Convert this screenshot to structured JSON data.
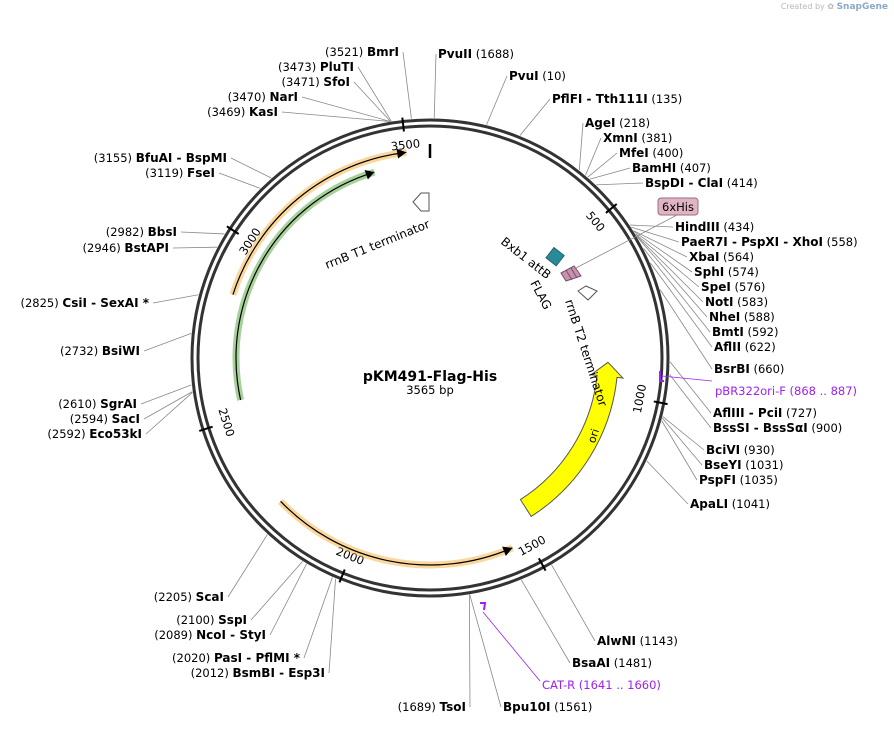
{
  "watermark": {
    "prefix": "Created by",
    "brand": "SnapGene"
  },
  "plasmid": {
    "name": "pKM491-Flag-His",
    "length": 3565,
    "length_label": "3565 bp"
  },
  "ticks": [
    "500",
    "1000",
    "1500",
    "2000",
    "2500",
    "3000",
    "3500"
  ],
  "features": [
    {
      "name": "rrnB T1 terminator",
      "start": 3430,
      "end": 3520,
      "color": "#ffffff"
    },
    {
      "name": "Bxb1 attB",
      "start": 460,
      "end": 505,
      "color": "#2b8a9a"
    },
    {
      "name": "6xHis",
      "start": 530,
      "end": 548,
      "color": "#e0b4c4"
    },
    {
      "name": "FLAG",
      "start": 512,
      "end": 537,
      "color": "#c493b0"
    },
    {
      "name": "rrnB T2 terminator",
      "start": 640,
      "end": 670,
      "color": "#ffffff"
    },
    {
      "name": "ori",
      "start": 890,
      "end": 1480,
      "color": "#ffff00"
    }
  ],
  "arcs": [
    {
      "name": "orange-top",
      "color": "#f5a623",
      "start": 2850,
      "end": 3500
    },
    {
      "name": "green-inner",
      "color": "#3a9a1e",
      "start": 2550,
      "end": 3400
    },
    {
      "name": "orange-bottom",
      "color": "#f5a623",
      "start": 1550,
      "end": 2240
    }
  ],
  "sites": [
    {
      "name": "BmrI",
      "pos": "(3521)"
    },
    {
      "name": "PluTI",
      "pos": "(3473)"
    },
    {
      "name": "SfoI",
      "pos": "(3471)"
    },
    {
      "name": "NarI",
      "pos": "(3470)"
    },
    {
      "name": "KasI",
      "pos": "(3469)"
    },
    {
      "name": "BfuAI - BspMI",
      "pos": "(3155)"
    },
    {
      "name": "FseI",
      "pos": "(3119)"
    },
    {
      "name": "BbsI",
      "pos": "(2982)"
    },
    {
      "name": "BstAPI",
      "pos": "(2946)"
    },
    {
      "name": "CsiI - SexAI *",
      "pos": "(2825)"
    },
    {
      "name": "BsiWI",
      "pos": "(2732)"
    },
    {
      "name": "SgrAI",
      "pos": "(2610)"
    },
    {
      "name": "SacI",
      "pos": "(2594)"
    },
    {
      "name": "Eco53kI",
      "pos": "(2592)"
    },
    {
      "name": "ScaI",
      "pos": "(2205)"
    },
    {
      "name": "SspI",
      "pos": "(2100)"
    },
    {
      "name": "NcoI - StyI",
      "pos": "(2089)"
    },
    {
      "name": "PasI - PflMI *",
      "pos": "(2020)"
    },
    {
      "name": "BsmBI - Esp3I",
      "pos": "(2012)"
    },
    {
      "name": "TsoI",
      "pos": "(1689)"
    },
    {
      "name": "PvuII",
      "pos": "(1688)"
    },
    {
      "name": "PvuI",
      "pos": "(10)"
    },
    {
      "name": "PflFI - Tth111I",
      "pos": "(135)"
    },
    {
      "name": "AgeI",
      "pos": "(218)"
    },
    {
      "name": "XmnI",
      "pos": "(381)"
    },
    {
      "name": "MfeI",
      "pos": "(400)"
    },
    {
      "name": "BamHI",
      "pos": "(407)"
    },
    {
      "name": "BspDI - ClaI",
      "pos": "(414)"
    },
    {
      "name": "HindIII",
      "pos": "(434)"
    },
    {
      "name": "PaeR7I - PspXI - XhoI",
      "pos": "(558)"
    },
    {
      "name": "XbaI",
      "pos": "(564)"
    },
    {
      "name": "SphI",
      "pos": "(574)"
    },
    {
      "name": "SpeI",
      "pos": "(576)"
    },
    {
      "name": "NotI",
      "pos": "(583)"
    },
    {
      "name": "NheI",
      "pos": "(588)"
    },
    {
      "name": "BmtI",
      "pos": "(592)"
    },
    {
      "name": "AflII",
      "pos": "(622)"
    },
    {
      "name": "BsrBI",
      "pos": "(660)"
    },
    {
      "name": "AflIII - PciI",
      "pos": "(727)"
    },
    {
      "name": "BssSI - BssSαI",
      "pos": "(900)"
    },
    {
      "name": "BciVI",
      "pos": "(930)"
    },
    {
      "name": "BseYI",
      "pos": "(1031)"
    },
    {
      "name": "PspFI",
      "pos": "(1035)"
    },
    {
      "name": "ApaLI",
      "pos": "(1041)"
    },
    {
      "name": "AlwNI",
      "pos": "(1143)"
    },
    {
      "name": "BsaAI",
      "pos": "(1481)"
    },
    {
      "name": "Bpu10I",
      "pos": "(1561)"
    }
  ],
  "primers": [
    {
      "name": "pBR322ori-F",
      "range": "(868 .. 887)"
    },
    {
      "name": "CAT-R",
      "range": "(1641 .. 1660)"
    }
  ],
  "colors": {
    "backbone": "#333333",
    "primer": "#a020f0",
    "leader": "#888888"
  }
}
